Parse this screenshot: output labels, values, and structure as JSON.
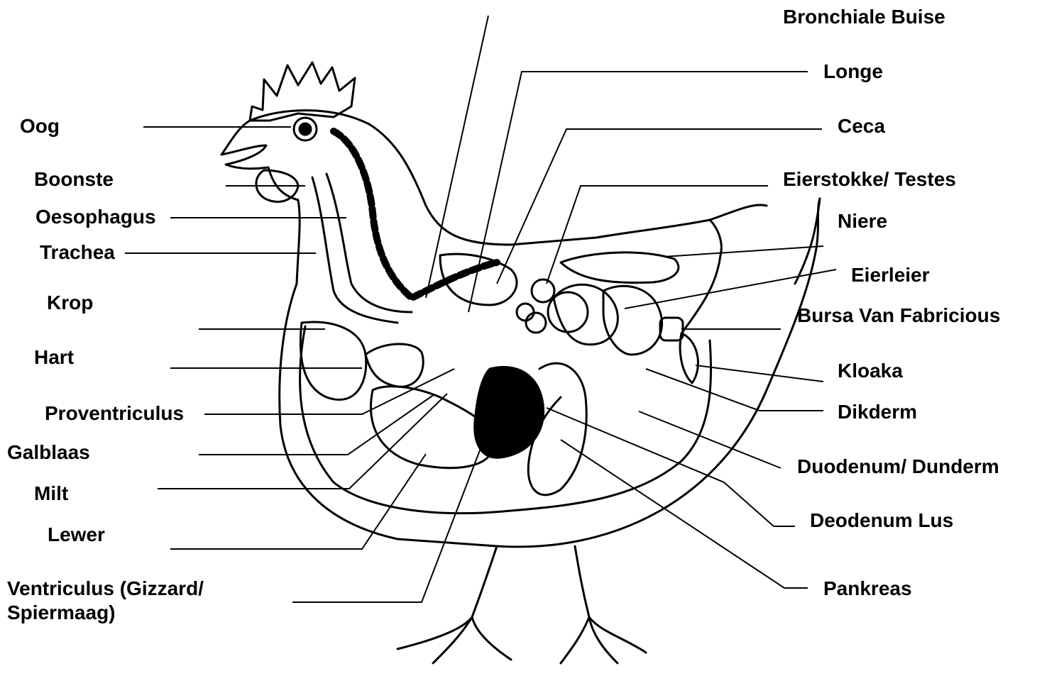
{
  "labels": {
    "oog": "Oog",
    "boonste": "Boonste",
    "oesophagus": "Oesophagus",
    "trachea": "Trachea",
    "krop": "Krop",
    "hart": "Hart",
    "proventriculus": "Proventriculus",
    "galblaas": "Galblaas",
    "milt": "Milt",
    "lewer": "Lewer",
    "ventriculus": "Ventriculus (Gizzard/ Spiermaag)",
    "bronchiale": "Bronchiale Buise",
    "longe": "Longe",
    "ceca": "Ceca",
    "eierstokke": "Eierstokke/ Testes",
    "niere": "Niere",
    "eierleier": "Eierleier",
    "bursa": "Bursa Van Fabricious",
    "kloaka": "Kloaka",
    "dikderm": "Dikderm",
    "duodenum": "Duodenum/ Dunderm",
    "deodenum": "Deodenum Lus",
    "pankreas": "Pankreas"
  },
  "colors": {
    "ink": "#000000",
    "paper": "#ffffff"
  },
  "icons": {
    "illustration": "chicken-anatomy-illustration"
  }
}
